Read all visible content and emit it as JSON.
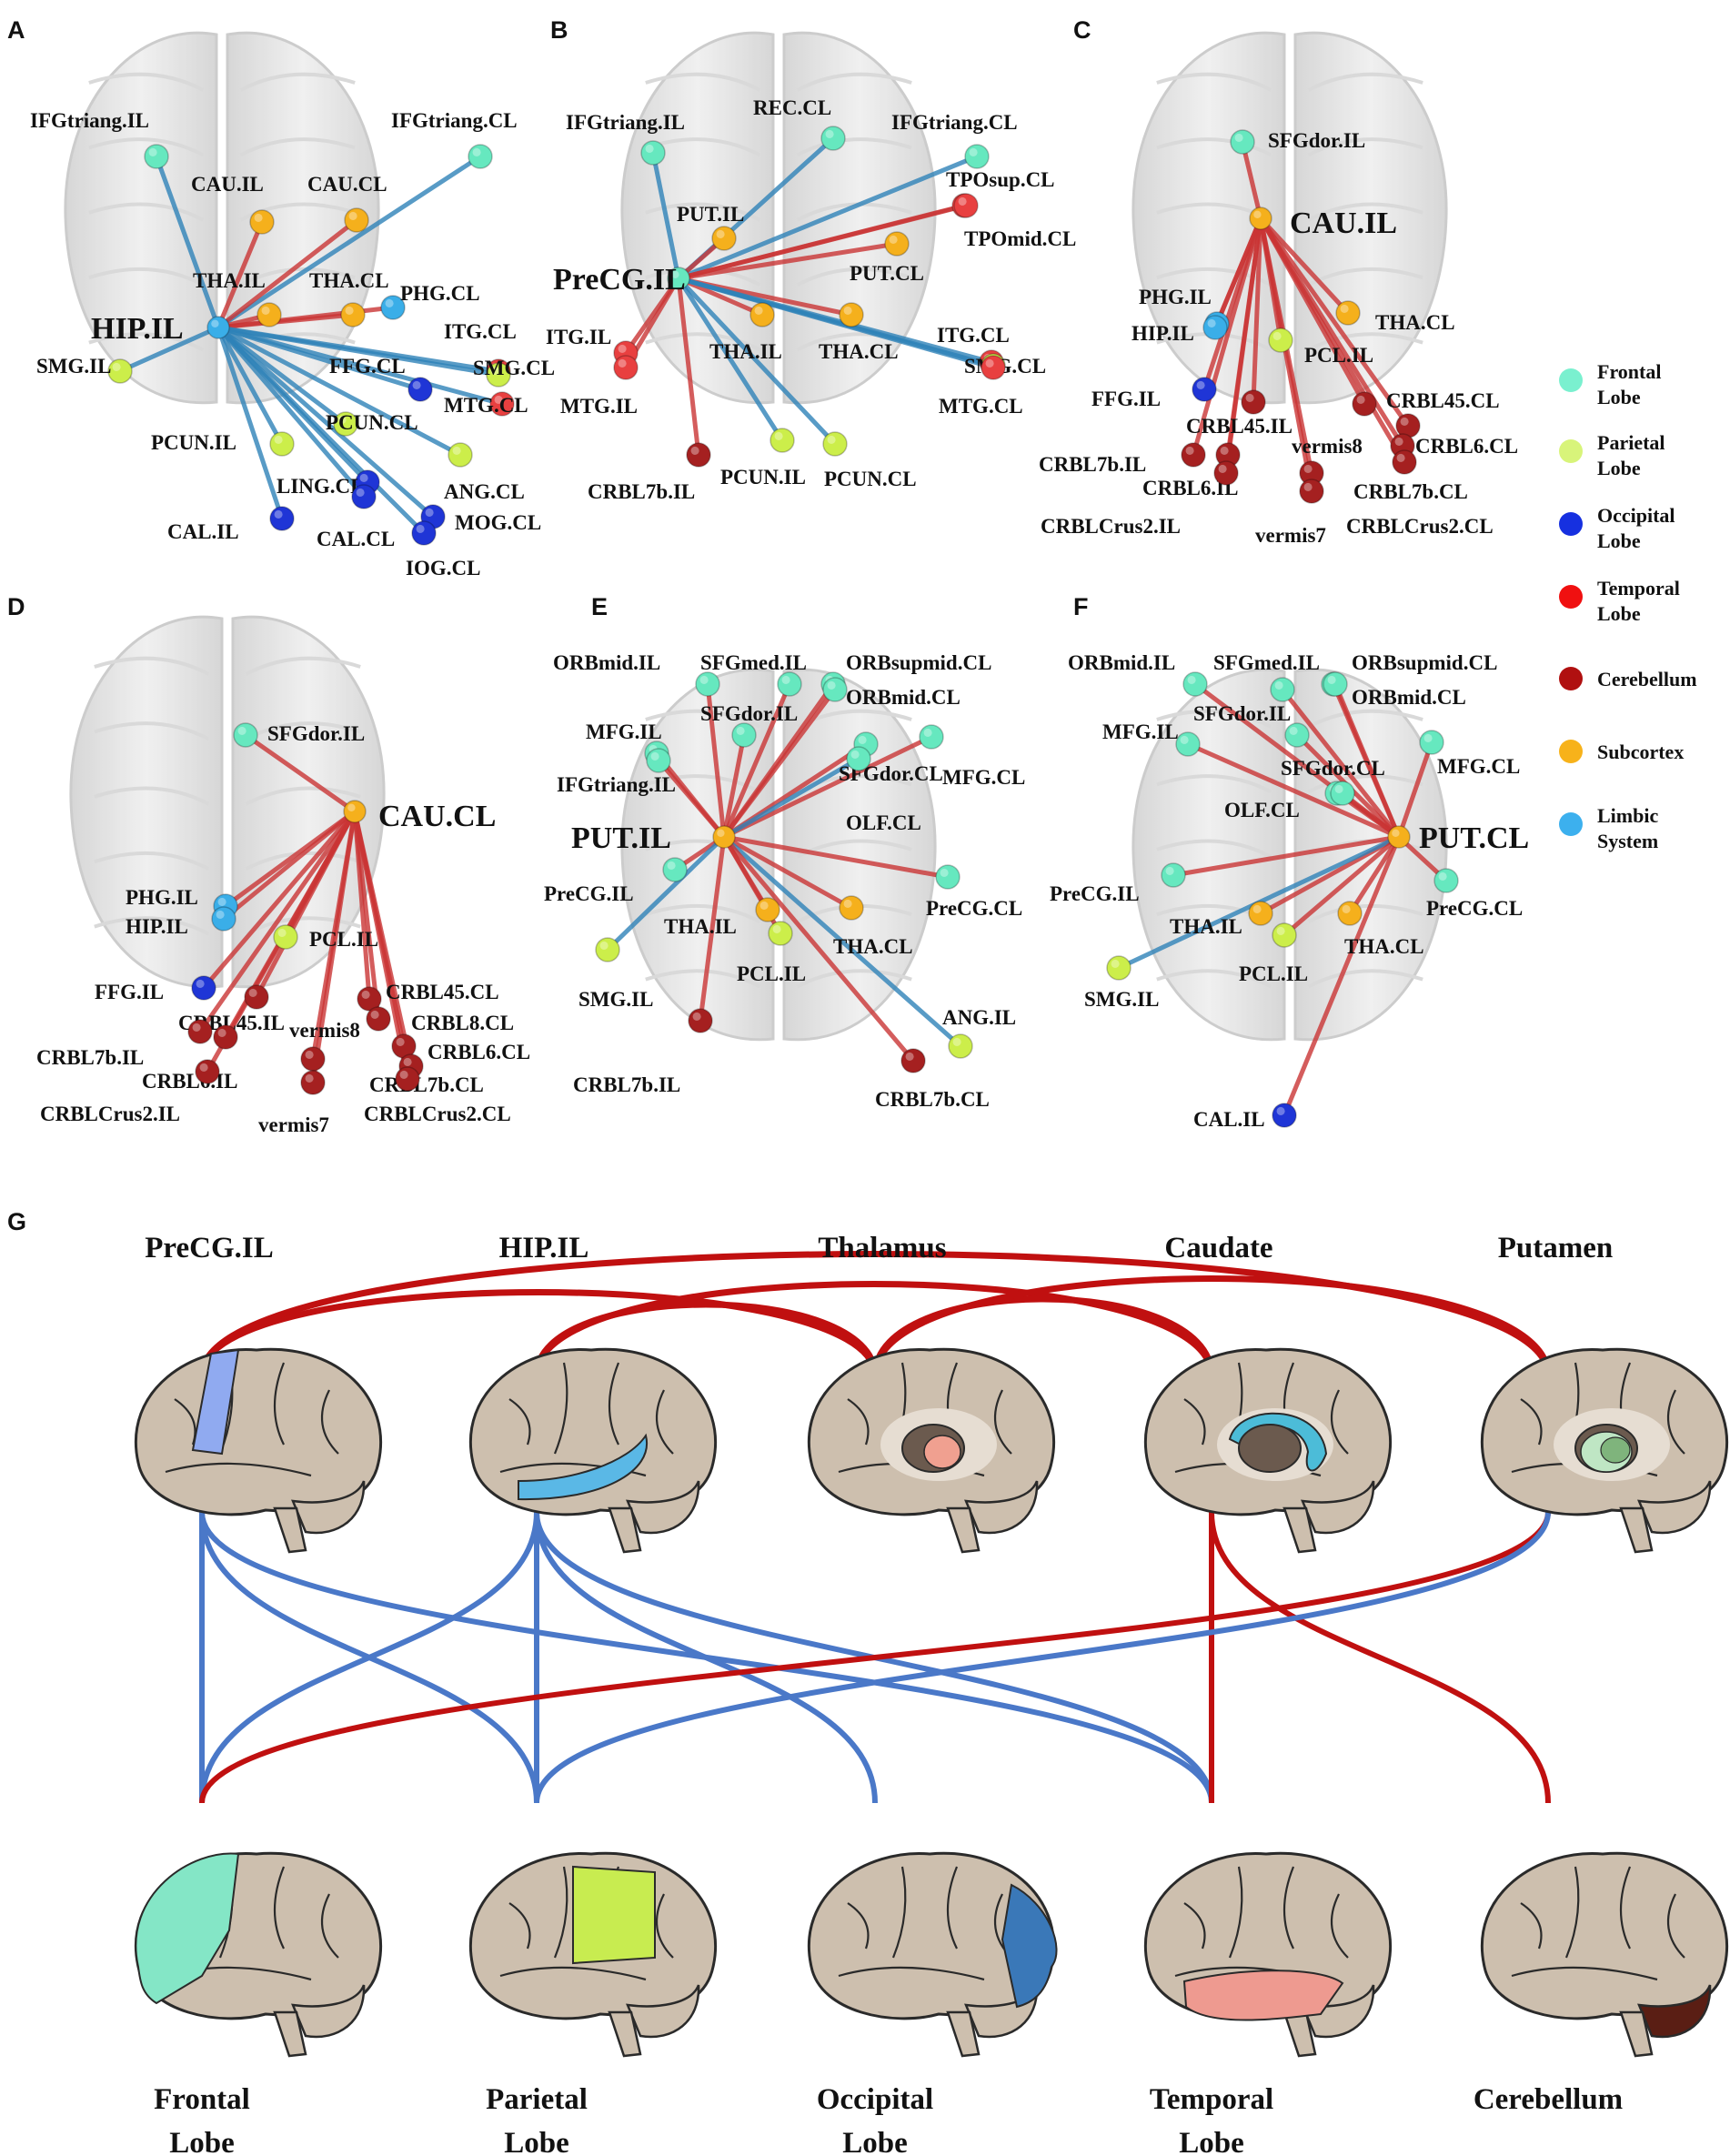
{
  "colors": {
    "frontal": "#66e8bf",
    "parietal": "#ccee4a",
    "occipital": "#1f35d6",
    "temporal": "#e84040",
    "cerebellum": "#a52020",
    "subcortex": "#f5b01c",
    "limbic": "#3aaee8",
    "edge_pos": "#c93535",
    "edge_neg": "#2e82b8",
    "g_red": "#c01010",
    "g_blue": "#4a78c8"
  },
  "legend": [
    {
      "line1": "Frontal",
      "line2": "Lobe",
      "color": "#7af0cf"
    },
    {
      "line1": "Parietal",
      "line2": "Lobe",
      "color": "#d8f47a"
    },
    {
      "line1": "Occipital",
      "line2": "Lobe",
      "color": "#1630e0"
    },
    {
      "line1": "Temporal",
      "line2": "Lobe",
      "color": "#f01010"
    },
    {
      "line1": "Cerebellum",
      "line2": "",
      "color": "#b01010"
    },
    {
      "line1": "Subcortex",
      "line2": "",
      "color": "#f7b21a"
    },
    {
      "line1": "Limbic",
      "line2": "System",
      "color": "#3cb0ee"
    }
  ],
  "panels": {
    "A": {
      "letter": "A",
      "hub": "HIP.IL",
      "nodes": [
        {
          "label": "IFGtriang.IL",
          "cat": "frontal",
          "edge": "neg"
        },
        {
          "label": "IFGtriang.CL",
          "cat": "frontal",
          "edge": "neg"
        },
        {
          "label": "CAU.IL",
          "cat": "subcortex",
          "edge": "pos"
        },
        {
          "label": "CAU.CL",
          "cat": "subcortex",
          "edge": "pos"
        },
        {
          "label": "THA.IL",
          "cat": "subcortex",
          "edge": "pos"
        },
        {
          "label": "THA.CL",
          "cat": "subcortex",
          "edge": "pos"
        },
        {
          "label": "PHG.CL",
          "cat": "limbic",
          "edge": "pos"
        },
        {
          "label": "ITG.CL",
          "cat": "temporal",
          "edge": "neg"
        },
        {
          "label": "SMG.IL",
          "cat": "parietal",
          "edge": "neg"
        },
        {
          "label": "FFG.CL",
          "cat": "occipital",
          "edge": "neg"
        },
        {
          "label": "SMG.CL",
          "cat": "parietal",
          "edge": "neg"
        },
        {
          "label": "MTG.CL",
          "cat": "temporal",
          "edge": "neg"
        },
        {
          "label": "PCUN.CL",
          "cat": "parietal",
          "edge": "neg"
        },
        {
          "label": "PCUN.IL",
          "cat": "parietal",
          "edge": "neg"
        },
        {
          "label": "LING.CL",
          "cat": "occipital",
          "edge": "neg"
        },
        {
          "label": "ANG.CL",
          "cat": "parietal",
          "edge": "neg"
        },
        {
          "label": "CAL.IL",
          "cat": "occipital",
          "edge": "neg"
        },
        {
          "label": "CAL.CL",
          "cat": "occipital",
          "edge": "neg"
        },
        {
          "label": "MOG.CL",
          "cat": "occipital",
          "edge": "neg"
        },
        {
          "label": "IOG.CL",
          "cat": "occipital",
          "edge": "neg"
        }
      ]
    },
    "B": {
      "letter": "B",
      "hub": "PreCG.IL",
      "nodes": [
        {
          "label": "IFGtriang.IL",
          "cat": "frontal",
          "edge": "neg"
        },
        {
          "label": "REC.CL",
          "cat": "frontal",
          "edge": "neg"
        },
        {
          "label": "IFGtriang.CL",
          "cat": "frontal",
          "edge": "neg"
        },
        {
          "label": "TPOsup.CL",
          "cat": "temporal",
          "edge": "pos"
        },
        {
          "label": "PUT.IL",
          "cat": "subcortex",
          "edge": "pos"
        },
        {
          "label": "TPOmid.CL",
          "cat": "temporal",
          "edge": "pos"
        },
        {
          "label": "PUT.CL",
          "cat": "subcortex",
          "edge": "pos"
        },
        {
          "label": "ITG.IL",
          "cat": "temporal",
          "edge": "pos"
        },
        {
          "label": "THA.IL",
          "cat": "subcortex",
          "edge": "pos"
        },
        {
          "label": "THA.CL",
          "cat": "subcortex",
          "edge": "pos"
        },
        {
          "label": "ITG.CL",
          "cat": "temporal",
          "edge": "neg"
        },
        {
          "label": "MTG.IL",
          "cat": "temporal",
          "edge": "pos"
        },
        {
          "label": "SMG.CL",
          "cat": "parietal",
          "edge": "neg"
        },
        {
          "label": "MTG.CL",
          "cat": "temporal",
          "edge": "neg"
        },
        {
          "label": "CRBL7b.IL",
          "cat": "cerebellum",
          "edge": "pos"
        },
        {
          "label": "PCUN.IL",
          "cat": "parietal",
          "edge": "neg"
        },
        {
          "label": "PCUN.CL",
          "cat": "parietal",
          "edge": "neg"
        }
      ]
    },
    "C": {
      "letter": "C",
      "hub": "CAU.IL",
      "nodes": [
        {
          "label": "SFGdor.IL",
          "cat": "frontal",
          "edge": "pos"
        },
        {
          "label": "PHG.IL",
          "cat": "limbic",
          "edge": "pos"
        },
        {
          "label": "HIP.IL",
          "cat": "limbic",
          "edge": "pos"
        },
        {
          "label": "THA.CL",
          "cat": "subcortex",
          "edge": "pos"
        },
        {
          "label": "PCL.IL",
          "cat": "parietal",
          "edge": "pos"
        },
        {
          "label": "FFG.IL",
          "cat": "occipital",
          "edge": "pos"
        },
        {
          "label": "CRBL45.IL",
          "cat": "cerebellum",
          "edge": "pos"
        },
        {
          "label": "CRBL45.CL",
          "cat": "cerebellum",
          "edge": "pos"
        },
        {
          "label": "vermis8",
          "cat": "cerebellum",
          "edge": "pos"
        },
        {
          "label": "CRBL6.CL",
          "cat": "cerebellum",
          "edge": "pos"
        },
        {
          "label": "CRBL7b.IL",
          "cat": "cerebellum",
          "edge": "pos"
        },
        {
          "label": "CRBL6.IL",
          "cat": "cerebellum",
          "edge": "pos"
        },
        {
          "label": "CRBL7b.CL",
          "cat": "cerebellum",
          "edge": "pos"
        },
        {
          "label": "CRBLCrus2.IL",
          "cat": "cerebellum",
          "edge": "pos"
        },
        {
          "label": "vermis7",
          "cat": "cerebellum",
          "edge": "pos"
        },
        {
          "label": "CRBLCrus2.CL",
          "cat": "cerebellum",
          "edge": "pos"
        }
      ]
    },
    "D": {
      "letter": "D",
      "hub": "CAU.CL",
      "nodes": [
        {
          "label": "SFGdor.IL",
          "cat": "frontal",
          "edge": "pos"
        },
        {
          "label": "PHG.IL",
          "cat": "limbic",
          "edge": "pos"
        },
        {
          "label": "HIP.IL",
          "cat": "limbic",
          "edge": "pos"
        },
        {
          "label": "PCL.IL",
          "cat": "parietal",
          "edge": "pos"
        },
        {
          "label": "FFG.IL",
          "cat": "occipital",
          "edge": "pos"
        },
        {
          "label": "CRBL45.IL",
          "cat": "cerebellum",
          "edge": "pos"
        },
        {
          "label": "CRBL45.CL",
          "cat": "cerebellum",
          "edge": "pos"
        },
        {
          "label": "CRBL8.CL",
          "cat": "cerebellum",
          "edge": "pos"
        },
        {
          "label": "vermis8",
          "cat": "cerebellum",
          "edge": "pos"
        },
        {
          "label": "CRBL7b.IL",
          "cat": "cerebellum",
          "edge": "pos"
        },
        {
          "label": "CRBL6.CL",
          "cat": "cerebellum",
          "edge": "pos"
        },
        {
          "label": "CRBL6.IL",
          "cat": "cerebellum",
          "edge": "pos"
        },
        {
          "label": "CRBL7b.CL",
          "cat": "cerebellum",
          "edge": "pos"
        },
        {
          "label": "CRBLCrus2.IL",
          "cat": "cerebellum",
          "edge": "pos"
        },
        {
          "label": "vermis7",
          "cat": "cerebellum",
          "edge": "pos"
        },
        {
          "label": "CRBLCrus2.CL",
          "cat": "cerebellum",
          "edge": "pos"
        }
      ]
    },
    "E": {
      "letter": "E",
      "hub": "PUT.IL",
      "nodes": [
        {
          "label": "ORBmid.IL",
          "cat": "frontal",
          "edge": "pos"
        },
        {
          "label": "SFGmed.IL",
          "cat": "frontal",
          "edge": "pos"
        },
        {
          "label": "ORBsupmid.CL",
          "cat": "frontal",
          "edge": "pos"
        },
        {
          "label": "ORBmid.CL",
          "cat": "frontal",
          "edge": "pos"
        },
        {
          "label": "MFG.IL",
          "cat": "frontal",
          "edge": "pos"
        },
        {
          "label": "SFGdor.IL",
          "cat": "frontal",
          "edge": "pos"
        },
        {
          "label": "SFGdor.CL",
          "cat": "frontal",
          "edge": "pos"
        },
        {
          "label": "MFG.CL",
          "cat": "frontal",
          "edge": "pos"
        },
        {
          "label": "IFGtriang.IL",
          "cat": "frontal",
          "edge": "pos"
        },
        {
          "label": "OLF.CL",
          "cat": "frontal",
          "edge": "neg"
        },
        {
          "label": "PreCG.IL",
          "cat": "frontal",
          "edge": "pos"
        },
        {
          "label": "PreCG.CL",
          "cat": "frontal",
          "edge": "pos"
        },
        {
          "label": "THA.IL",
          "cat": "subcortex",
          "edge": "pos"
        },
        {
          "label": "THA.CL",
          "cat": "subcortex",
          "edge": "pos"
        },
        {
          "label": "SMG.IL",
          "cat": "parietal",
          "edge": "neg"
        },
        {
          "label": "PCL.IL",
          "cat": "parietal",
          "edge": "pos"
        },
        {
          "label": "ANG.IL",
          "cat": "parietal",
          "edge": "neg"
        },
        {
          "label": "CRBL7b.IL",
          "cat": "cerebellum",
          "edge": "pos"
        },
        {
          "label": "CRBL7b.CL",
          "cat": "cerebellum",
          "edge": "pos"
        }
      ]
    },
    "F": {
      "letter": "F",
      "hub": "PUT.CL",
      "nodes": [
        {
          "label": "ORBmid.IL",
          "cat": "frontal",
          "edge": "pos"
        },
        {
          "label": "SFGmed.IL",
          "cat": "frontal",
          "edge": "pos"
        },
        {
          "label": "ORBsupmid.CL",
          "cat": "frontal",
          "edge": "pos"
        },
        {
          "label": "ORBmid.CL",
          "cat": "frontal",
          "edge": "pos"
        },
        {
          "label": "MFG.IL",
          "cat": "frontal",
          "edge": "pos"
        },
        {
          "label": "SFGdor.IL",
          "cat": "frontal",
          "edge": "pos"
        },
        {
          "label": "SFGdor.CL",
          "cat": "frontal",
          "edge": "pos"
        },
        {
          "label": "MFG.CL",
          "cat": "frontal",
          "edge": "pos"
        },
        {
          "label": "OLF.CL",
          "cat": "frontal",
          "edge": "pos"
        },
        {
          "label": "PreCG.IL",
          "cat": "frontal",
          "edge": "pos"
        },
        {
          "label": "PreCG.CL",
          "cat": "frontal",
          "edge": "pos"
        },
        {
          "label": "THA.IL",
          "cat": "subcortex",
          "edge": "pos"
        },
        {
          "label": "THA.CL",
          "cat": "subcortex",
          "edge": "pos"
        },
        {
          "label": "SMG.IL",
          "cat": "parietal",
          "edge": "neg"
        },
        {
          "label": "PCL.IL",
          "cat": "parietal",
          "edge": "pos"
        },
        {
          "label": "CAL.IL",
          "cat": "occipital",
          "edge": "pos"
        }
      ]
    }
  },
  "panel_g": {
    "letter": "G",
    "top": [
      {
        "label": "PreCG.IL",
        "highlight": "precg"
      },
      {
        "label": "HIP.IL",
        "highlight": "hip"
      },
      {
        "label": "Thalamus",
        "highlight": "tha"
      },
      {
        "label": "Caudate",
        "highlight": "cau"
      },
      {
        "label": "Putamen",
        "highlight": "put"
      }
    ],
    "bottom": [
      {
        "line1": "Frontal",
        "line2": "Lobe",
        "highlight": "frontal"
      },
      {
        "line1": "Parietal",
        "line2": "Lobe",
        "highlight": "parietal"
      },
      {
        "line1": "Occipital",
        "line2": "Lobe",
        "highlight": "occipital"
      },
      {
        "line1": "Temporal",
        "line2": "Lobe",
        "highlight": "temporal"
      },
      {
        "line1": "Cerebellum",
        "line2": "",
        "highlight": "cerebellum"
      }
    ],
    "top_links": [
      {
        "from": "PreCG.IL",
        "to": "Thalamus",
        "sign": "positive"
      },
      {
        "from": "PreCG.IL",
        "to": "Putamen",
        "sign": "positive"
      },
      {
        "from": "HIP.IL",
        "to": "Thalamus",
        "sign": "positive"
      },
      {
        "from": "HIP.IL",
        "to": "Caudate",
        "sign": "positive"
      },
      {
        "from": "Thalamus",
        "to": "Caudate",
        "sign": "positive"
      },
      {
        "from": "Thalamus",
        "to": "Putamen",
        "sign": "positive"
      }
    ],
    "bottom_links": [
      {
        "from": "PreCG.IL",
        "to": "Frontal Lobe",
        "sign": "negative"
      },
      {
        "from": "PreCG.IL",
        "to": "Parietal Lobe",
        "sign": "negative"
      },
      {
        "from": "PreCG.IL",
        "to": "Temporal Lobe",
        "sign": "negative"
      },
      {
        "from": "HIP.IL",
        "to": "Frontal Lobe",
        "sign": "negative"
      },
      {
        "from": "HIP.IL",
        "to": "Parietal Lobe",
        "sign": "negative"
      },
      {
        "from": "HIP.IL",
        "to": "Occipital Lobe",
        "sign": "negative"
      },
      {
        "from": "HIP.IL",
        "to": "Temporal Lobe",
        "sign": "negative"
      },
      {
        "from": "Caudate",
        "to": "Temporal Lobe",
        "sign": "positive"
      },
      {
        "from": "Caudate",
        "to": "Cerebellum",
        "sign": "positive"
      },
      {
        "from": "Putamen",
        "to": "Frontal Lobe",
        "sign": "positive"
      },
      {
        "from": "Putamen",
        "to": "Parietal Lobe",
        "sign": "negative"
      }
    ]
  }
}
